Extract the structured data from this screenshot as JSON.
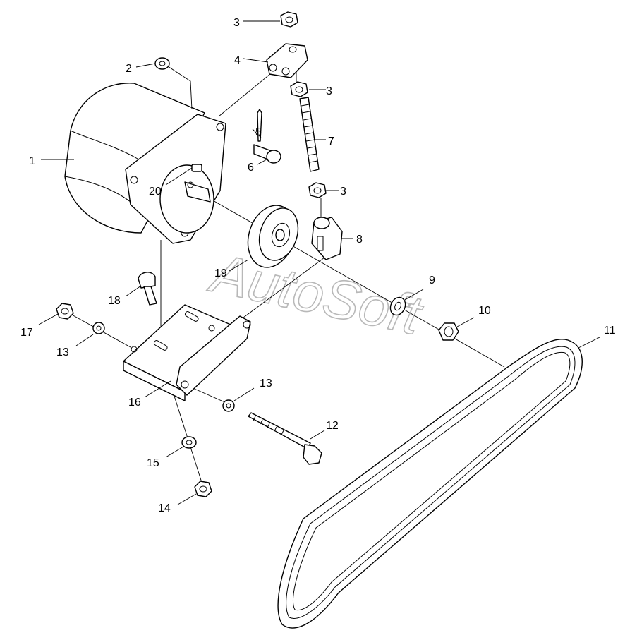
{
  "watermark": "AutoSoft",
  "callouts": {
    "p1": "1",
    "p2": "2",
    "p3a": "3",
    "p3b": "3",
    "p3c": "3",
    "p4": "4",
    "p5": "5",
    "p6": "6",
    "p7": "7",
    "p8": "8",
    "p9": "9",
    "p10": "10",
    "p11": "11",
    "p12": "12",
    "p13a": "13",
    "p13b": "13",
    "p14": "14",
    "p15": "15",
    "p16": "16",
    "p17": "17",
    "p18": "18",
    "p19": "19",
    "p20": "20"
  }
}
